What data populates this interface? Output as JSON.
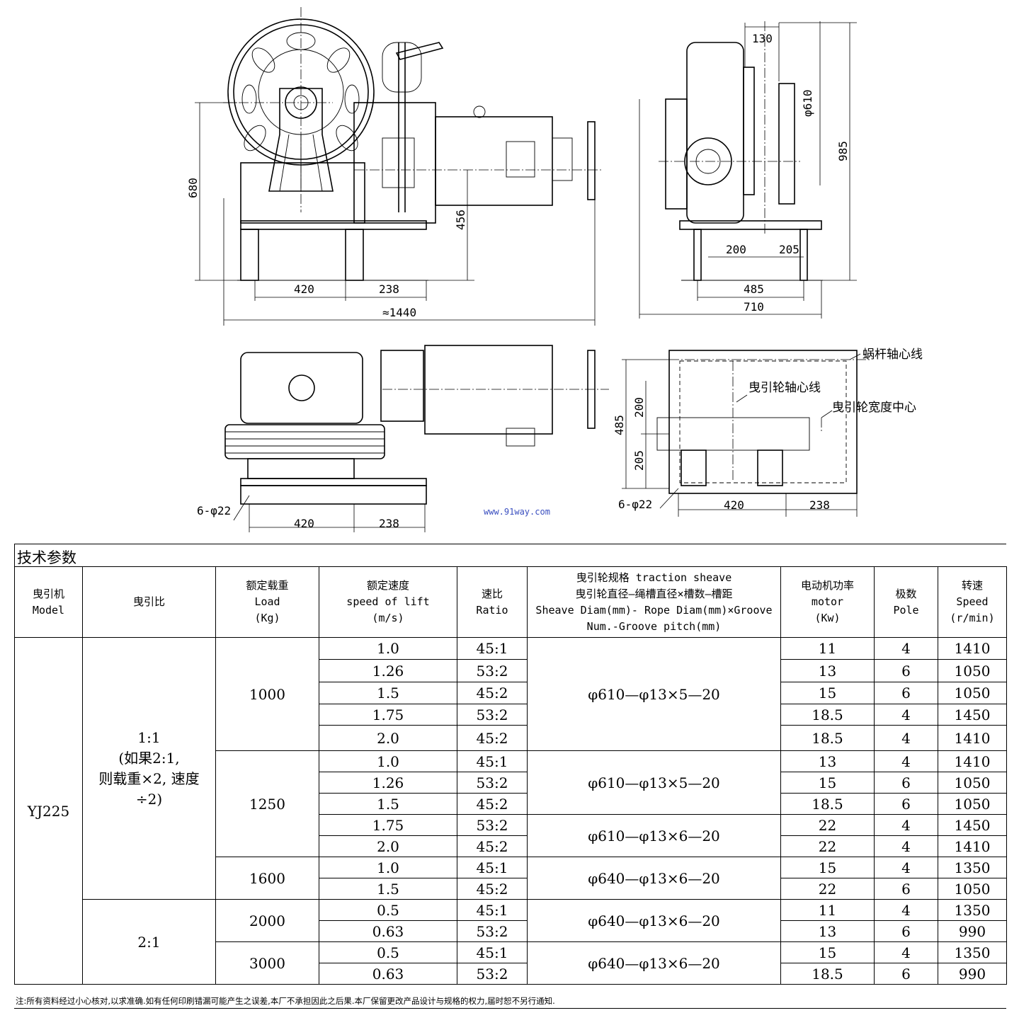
{
  "drawing": {
    "front_view": {
      "dim_height": "680",
      "dim_shaft": "456",
      "dim_base_left": "420",
      "dim_base_right": "238",
      "dim_total": "≈1440"
    },
    "side_view": {
      "dim_top": "130",
      "dim_diam": "φ610",
      "dim_height": "985",
      "dim_a": "200",
      "dim_b": "205",
      "dim_base": "485",
      "dim_total": "710"
    },
    "plan_view": {
      "dim_holes": "6-φ22",
      "dim_left": "420",
      "dim_right": "238"
    },
    "base_view": {
      "label_worm_axis": "蜗杆轴心线",
      "label_sheave_axis": "曳引轮轴心线",
      "label_sheave_center": "曳引轮宽度中心",
      "dim_total": "485",
      "dim_upper": "200",
      "dim_lower": "205",
      "dim_holes": "6-φ22",
      "dim_left": "420",
      "dim_right": "238"
    },
    "watermark": "www.91way.com"
  },
  "spec": {
    "title": "技术参数",
    "headers": {
      "model": [
        "曳引机",
        "Model"
      ],
      "roping": [
        "曳引比"
      ],
      "load": [
        "额定载重",
        "Load",
        "(Kg)"
      ],
      "speed": [
        "额定速度",
        "speed of lift",
        "(m/s)"
      ],
      "ratio": [
        "速比",
        "Ratio"
      ],
      "sheave": [
        "曳引轮规格    traction sheave",
        "曳引轮直径—绳槽直径×槽数—槽距",
        "Sheave Diam(mm)- Rope Diam(mm)×Groove",
        "Num.-Groove pitch(mm)"
      ],
      "motor": [
        "电动机功率",
        "motor",
        "(Kw)"
      ],
      "pole": [
        "极数",
        "Pole"
      ],
      "rpm": [
        "转速",
        "Speed",
        "(r/min)"
      ]
    },
    "model": "YJ225",
    "roping_1": "1:1\n(如果2:1,\n则载重×2, 速度\n÷2)",
    "roping_2": "2:1",
    "groups": [
      {
        "load": "1000",
        "rows": [
          {
            "speed": "1.0",
            "ratio": "45:1",
            "motor": "11",
            "pole": "4",
            "rpm": "1410"
          },
          {
            "speed": "1.26",
            "ratio": "53:2",
            "motor": "13",
            "pole": "6",
            "rpm": "1050"
          },
          {
            "speed": "1.5",
            "ratio": "45:2",
            "motor": "15",
            "pole": "6",
            "rpm": "1050"
          },
          {
            "speed": "1.75",
            "ratio": "53:2",
            "motor": "18.5",
            "pole": "4",
            "rpm": "1450"
          },
          {
            "speed": "2.0",
            "ratio": "45:2",
            "motor": "18.5",
            "pole": "4",
            "rpm": "1410"
          }
        ],
        "sheaves": [
          "φ610—φ13×5—20"
        ]
      },
      {
        "load": "1250",
        "rows": [
          {
            "speed": "1.0",
            "ratio": "45:1",
            "motor": "13",
            "pole": "4",
            "rpm": "1410"
          },
          {
            "speed": "1.26",
            "ratio": "53:2",
            "motor": "15",
            "pole": "6",
            "rpm": "1050"
          },
          {
            "speed": "1.5",
            "ratio": "45:2",
            "motor": "18.5",
            "pole": "6",
            "rpm": "1050"
          },
          {
            "speed": "1.75",
            "ratio": "53:2",
            "motor": "22",
            "pole": "4",
            "rpm": "1450"
          },
          {
            "speed": "2.0",
            "ratio": "45:2",
            "motor": "22",
            "pole": "4",
            "rpm": "1410"
          }
        ],
        "sheaves": [
          "φ610—φ13×5—20",
          "φ610—φ13×6—20"
        ]
      },
      {
        "load": "1600",
        "rows": [
          {
            "speed": "1.0",
            "ratio": "45:1",
            "motor": "15",
            "pole": "4",
            "rpm": "1350"
          },
          {
            "speed": "1.5",
            "ratio": "45:2",
            "motor": "22",
            "pole": "6",
            "rpm": "1050"
          }
        ],
        "sheaves": [
          "φ640—φ13×6—20"
        ]
      },
      {
        "load": "2000",
        "rows": [
          {
            "speed": "0.5",
            "ratio": "45:1",
            "motor": "11",
            "pole": "4",
            "rpm": "1350"
          },
          {
            "speed": "0.63",
            "ratio": "53:2",
            "motor": "13",
            "pole": "6",
            "rpm": "990"
          }
        ],
        "sheaves": [
          "φ640—φ13×6—20"
        ]
      },
      {
        "load": "3000",
        "rows": [
          {
            "speed": "0.5",
            "ratio": "45:1",
            "motor": "15",
            "pole": "4",
            "rpm": "1350"
          },
          {
            "speed": "0.63",
            "ratio": "53:2",
            "motor": "18.5",
            "pole": "6",
            "rpm": "990"
          }
        ],
        "sheaves": [
          "φ640—φ13×6—20"
        ]
      }
    ]
  },
  "footnote": "注:所有资料经过小心核对,以求准确.如有任何印刷错漏可能产生之误差,本厂不承担因此之后果.本厂保留更改产品设计与规格的权力,届时恕不另行通知."
}
